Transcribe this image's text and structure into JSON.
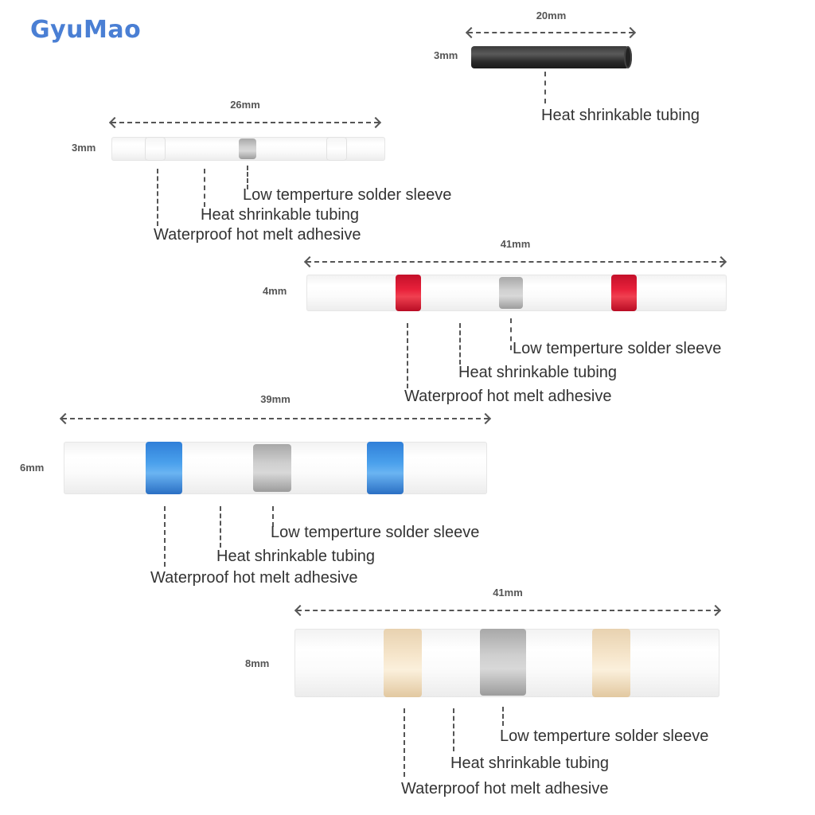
{
  "brand": "GyuMao",
  "items": [
    {
      "length": "20mm",
      "diameter": "3mm",
      "labels": [
        "Heat shrinkable tubing"
      ]
    },
    {
      "length": "26mm",
      "diameter": "3mm",
      "labels": [
        "Low temperture solder sleeve",
        "Heat shrinkable tubing",
        "Waterproof hot melt adhesive"
      ],
      "ring_color": "clear"
    },
    {
      "length": "41mm",
      "diameter": "4mm",
      "labels": [
        "Low temperture solder sleeve",
        "Heat shrinkable tubing",
        "Waterproof hot melt adhesive"
      ],
      "ring_color": "#e8203a"
    },
    {
      "length": "39mm",
      "diameter": "6mm",
      "labels": [
        "Low temperture solder sleeve",
        "Heat shrinkable tubing",
        "Waterproof hot melt adhesive"
      ],
      "ring_color": "#4aa0ec"
    },
    {
      "length": "41mm",
      "diameter": "8mm",
      "labels": [
        "Low temperture solder sleeve",
        "Heat shrinkable tubing",
        "Waterproof hot melt adhesive"
      ],
      "ring_color": "#f6e6cc"
    }
  ]
}
